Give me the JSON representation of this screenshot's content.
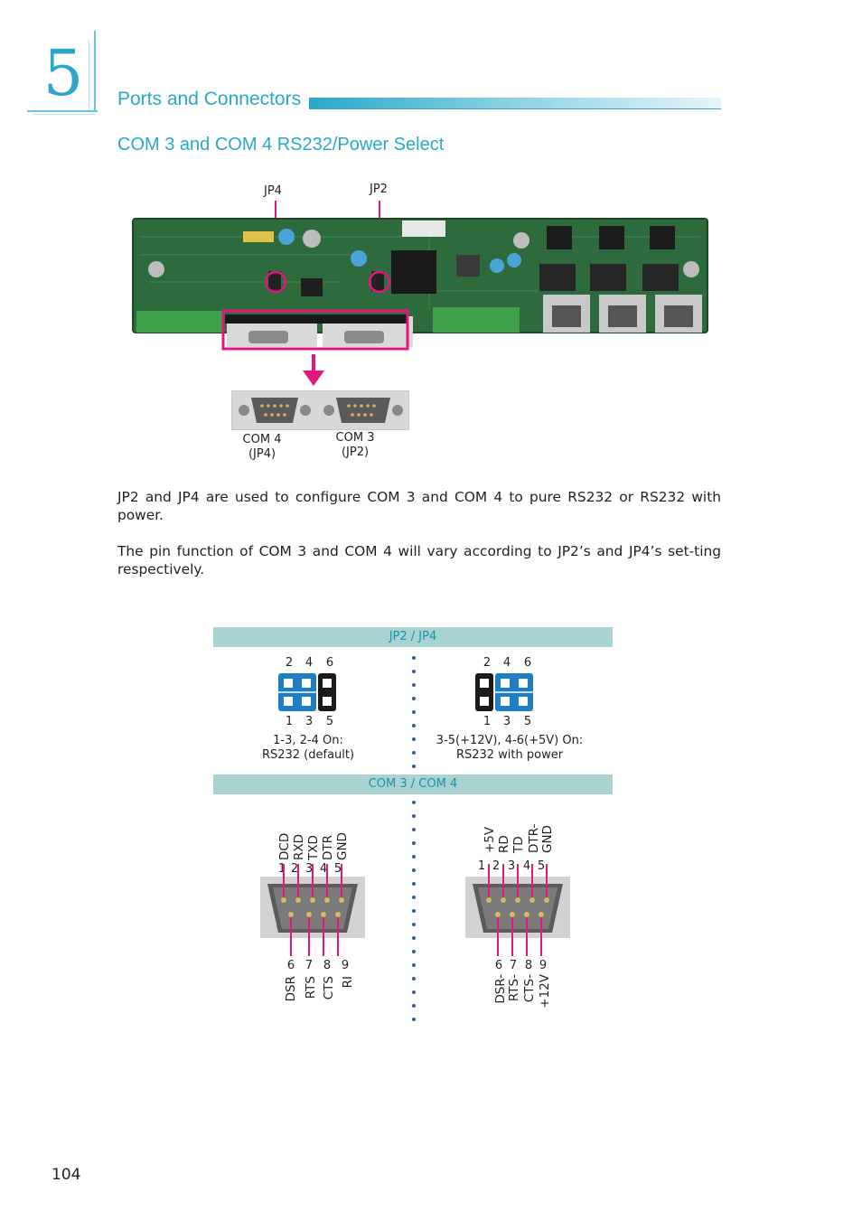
{
  "chapter": {
    "number": "5",
    "title": "Ports and Connectors"
  },
  "section": {
    "title": "COM 3 and COM 4 RS232/Power Select"
  },
  "board": {
    "jumper_labels": [
      "JP4",
      "JP2"
    ],
    "connectors": [
      {
        "name": "COM 4",
        "jumper": "(JP4)"
      },
      {
        "name": "COM 3",
        "jumper": "(JP2)"
      }
    ]
  },
  "paragraphs": [
    "JP2 and JP4 are used to configure COM 3 and COM 4 to pure RS232 or RS232 with power.",
    "The pin function of COM 3 and COM 4 will vary according to JP2’s and JP4’s set-ting respectively."
  ],
  "jumper_table": {
    "header": "JP2 / JP4",
    "top_pins": [
      "2",
      "4",
      "6"
    ],
    "bottom_pins": [
      "1",
      "3",
      "5"
    ],
    "settings": [
      {
        "line1": "1-3, 2-4 On:",
        "line2": "RS232 (default)"
      },
      {
        "line1": "3-5(+12V), 4-6(+5V) On:",
        "line2": "RS232 with power"
      }
    ]
  },
  "com_table": {
    "header": "COM 3 / COM 4",
    "pinout_numbers_top": [
      "1",
      "2",
      "3",
      "4",
      "5"
    ],
    "pinout_numbers_bottom": [
      "6",
      "7",
      "8",
      "9"
    ],
    "rs232": {
      "top": [
        "DCD",
        "RXD",
        "TXD",
        "DTR",
        "GND"
      ],
      "bottom": [
        "DSR",
        "RTS",
        "CTS",
        "RI"
      ]
    },
    "power": {
      "top": [
        "+5V",
        "RD",
        "TD",
        "DTR-",
        "GND"
      ],
      "bottom": [
        "DSR-",
        "RTS-",
        "CTS-",
        "+12V"
      ]
    }
  },
  "page_number": "104",
  "colors": {
    "accent": "#2aa7c9",
    "highlight": "#e5147f",
    "band": "#a8d3d1",
    "jumper_cap": "#1d7fc4"
  }
}
